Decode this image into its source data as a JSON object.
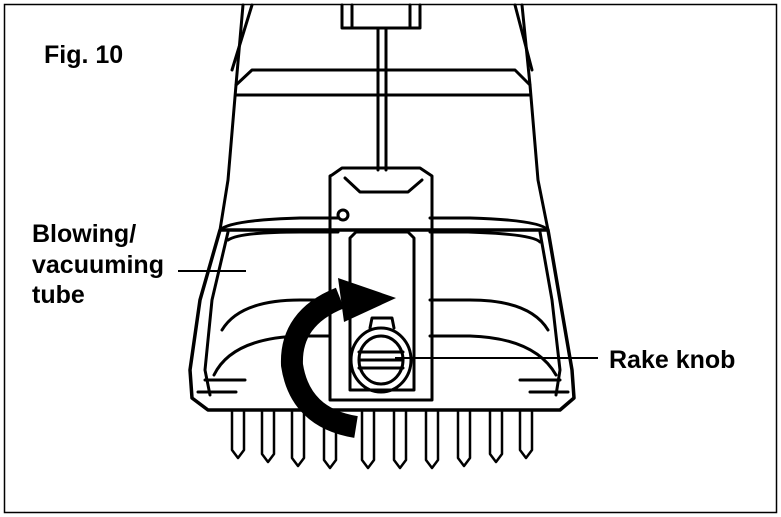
{
  "figure": {
    "title": "Fig. 10"
  },
  "callouts": {
    "tube": "Blowing/\nvacuuming\ntube",
    "rake_knob": "Rake knob"
  },
  "colors": {
    "line": "#000000",
    "background": "#ffffff"
  }
}
